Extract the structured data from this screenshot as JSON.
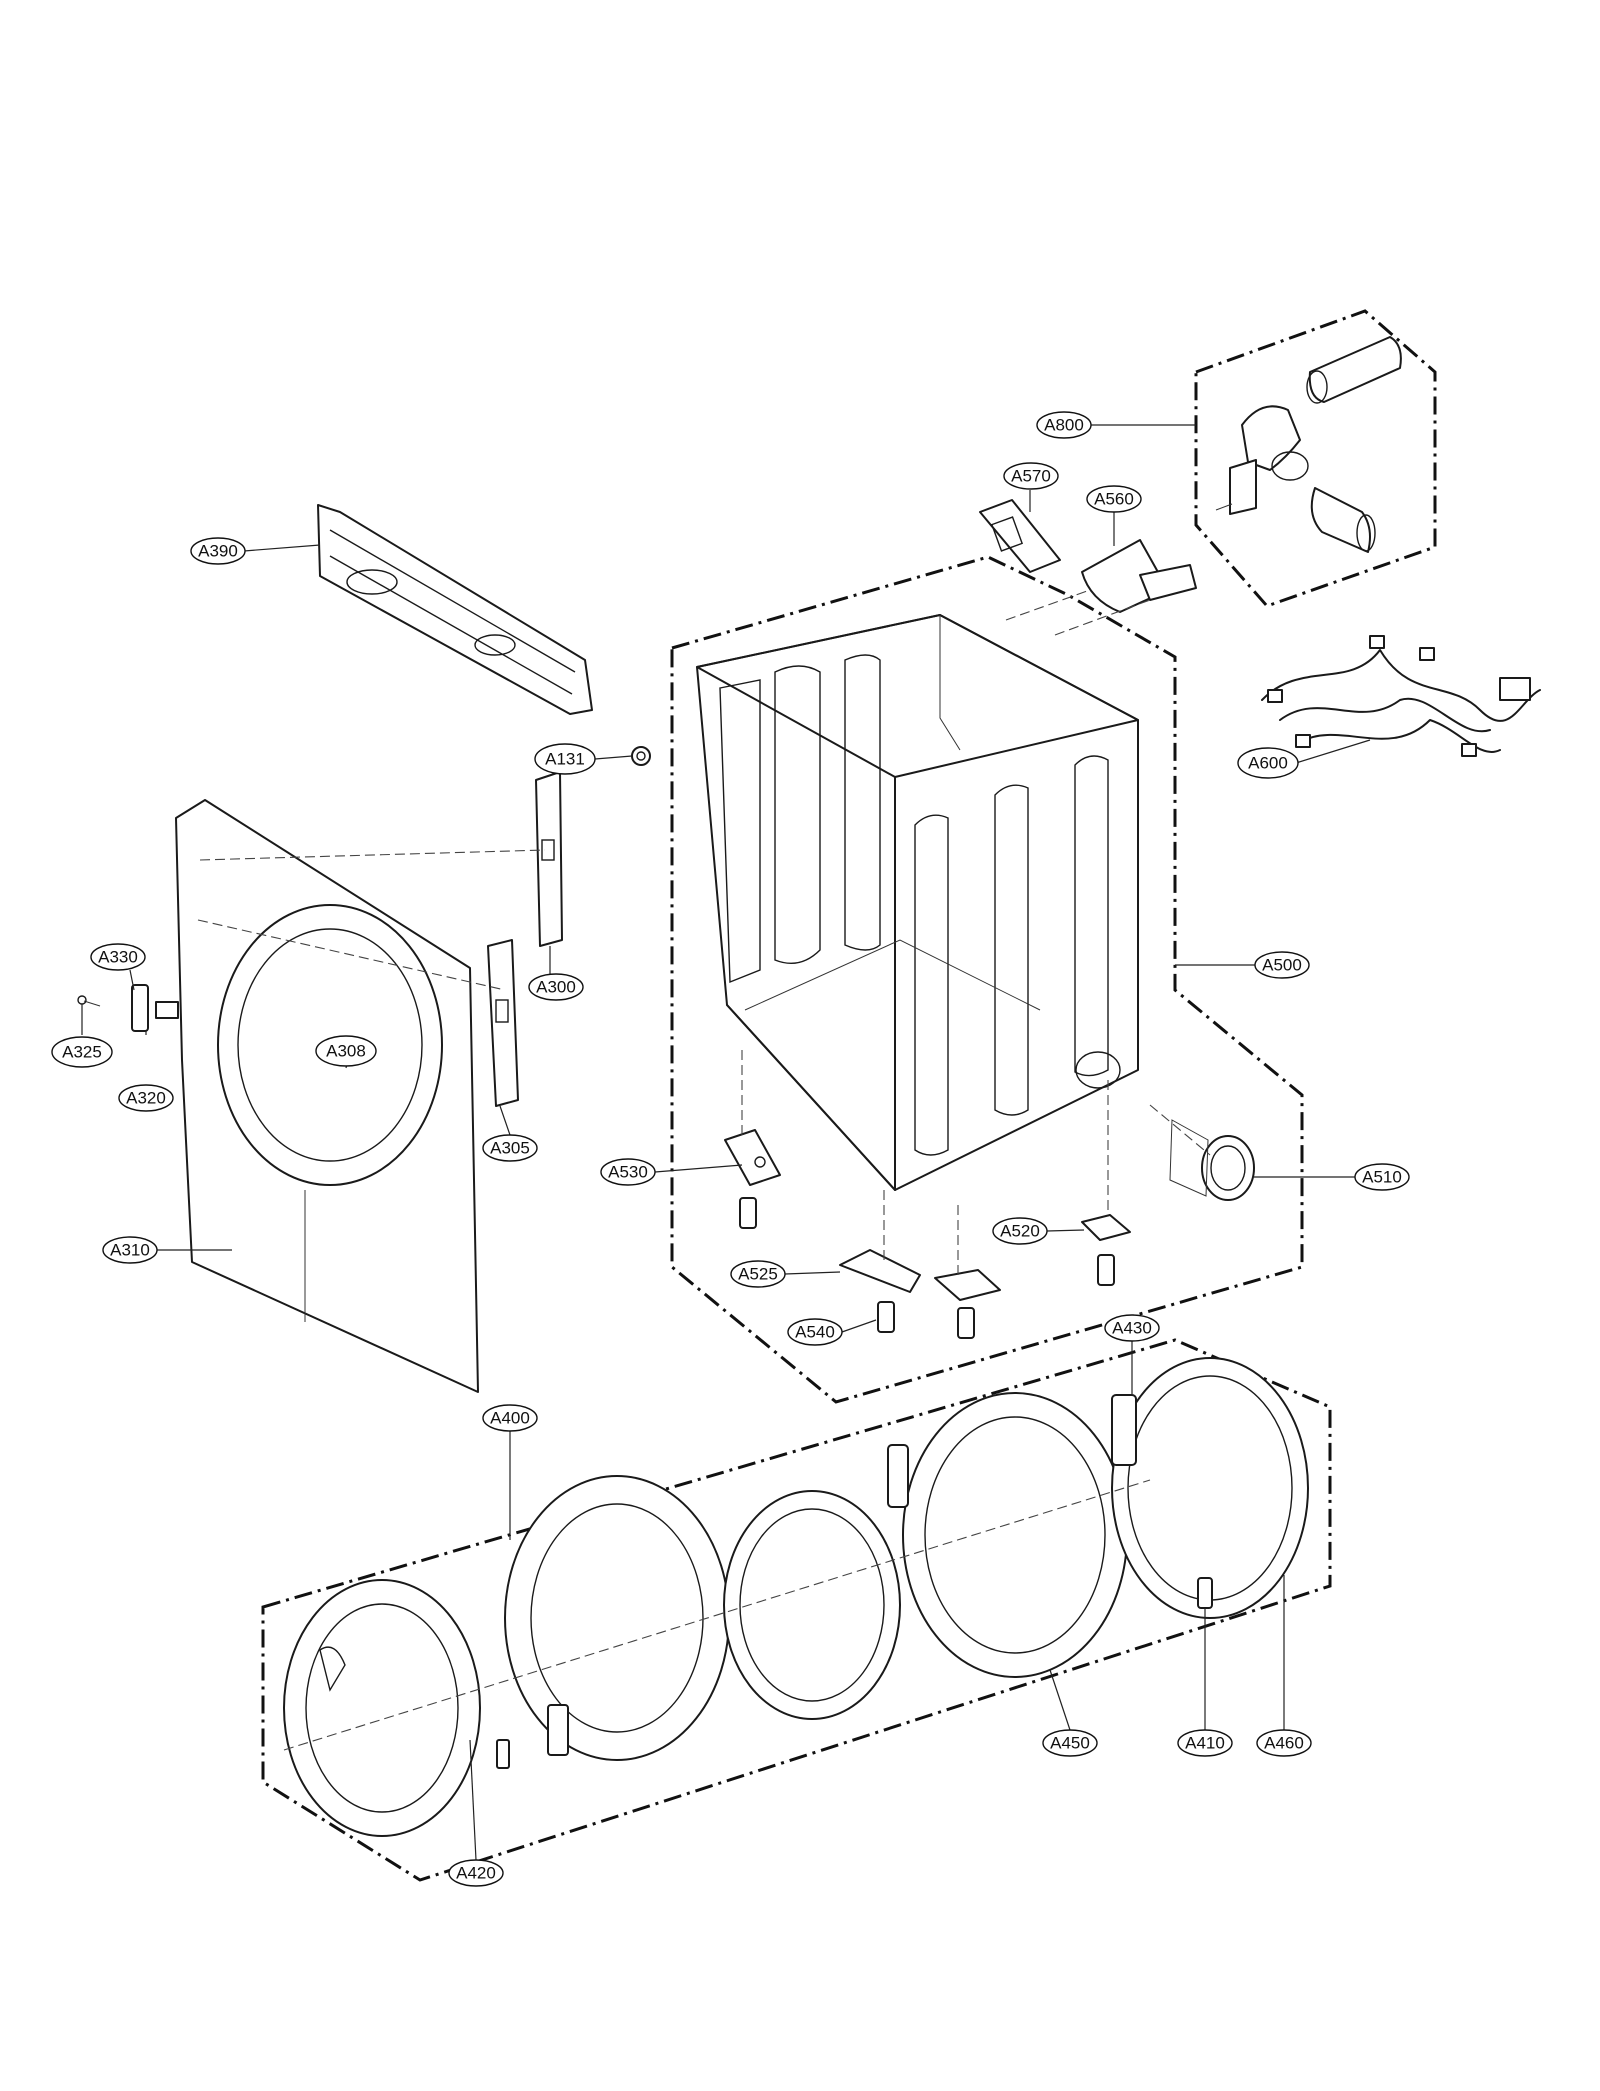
{
  "callouts": {
    "a800": "A800",
    "a570": "A570",
    "a560": "A560",
    "a390": "A390",
    "a131": "A131",
    "a600": "A600",
    "a330": "A330",
    "a300": "A300",
    "a500": "A500",
    "a308": "A308",
    "a325": "A325",
    "a320": "A320",
    "a305": "A305",
    "a530": "A530",
    "a510": "A510",
    "a310": "A310",
    "a520": "A520",
    "a525": "A525",
    "a540": "A540",
    "a430": "A430",
    "a400": "A400",
    "a450": "A450",
    "a410": "A410",
    "a460": "A460",
    "a420": "A420"
  }
}
